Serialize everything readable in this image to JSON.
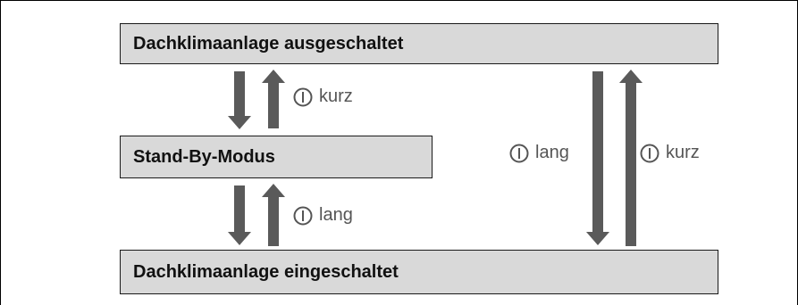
{
  "states": {
    "off": "Dachklimaanlage ausgeschaltet",
    "standby": "Stand-By-Modus",
    "on": "Dachklimaanlage eingeschaltet"
  },
  "transitions": {
    "off_standby_label": "kurz",
    "standby_on_label": "lang",
    "off_on_label": "lang",
    "on_off_label": "kurz"
  },
  "icons": {
    "power": "power-button-icon"
  },
  "colors": {
    "box_fill": "#d9d9d9",
    "arrow": "#5a5a5a",
    "label_text": "#555555"
  }
}
